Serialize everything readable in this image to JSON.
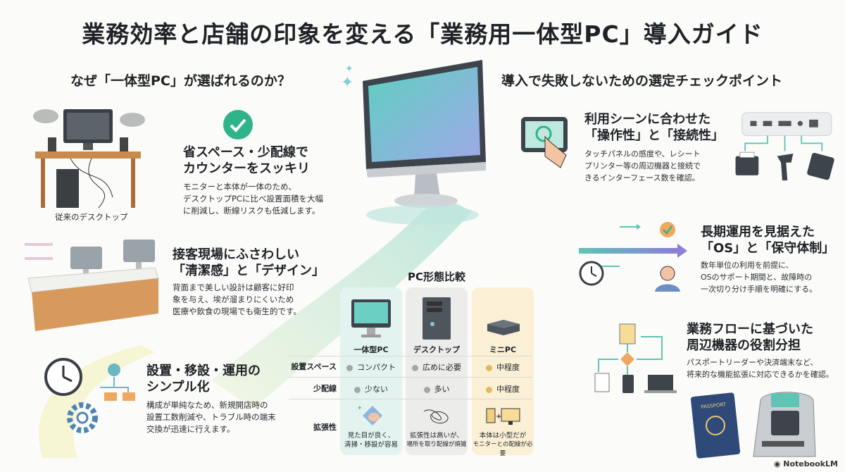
{
  "title": "業務効率と店舗の印象を変える「業務用一体型PC」導入ガイド",
  "left": {
    "heading": "なぜ「一体型PC」が選ばれるのか？",
    "desk_caption": "従来のデスクトップ",
    "points": [
      {
        "title1": "省スペース・少配線で",
        "title2": "カウンターをスッキリ",
        "body": [
          "モニターと本体が一体のため、",
          "デスクトップPCに比べ設置面積を大幅",
          "に削減し、断線リスクも低減します。"
        ]
      },
      {
        "title1": "接客現場にふさわしい",
        "title2": "「清潔感」と「デザイン」",
        "body": [
          "背面まで美しい設計は顧客に好印",
          "象を与え、埃が溜まりにくいため",
          "医療や飲食の現場でも衛生的です。"
        ]
      },
      {
        "title1": "設置・移設・運用の",
        "title2": "シンプル化",
        "body": [
          "構成が単純なため、新規開店時の",
          "設置工数削減や、トラブル時の端末",
          "交換が迅速に行えます。"
        ]
      }
    ]
  },
  "comparison": {
    "title": "PC形態比較",
    "row_labels": [
      "設置スペース",
      "少配線",
      "拡張性"
    ],
    "columns": [
      {
        "name": "一体型PC",
        "space": "コンパクト",
        "wiring": "少ない",
        "ext": [
          "見た目が良く、",
          "清掃・移設が容易"
        ],
        "color": "#e3f4f0",
        "dot": "#a6a6a6"
      },
      {
        "name": "デスクトップ",
        "space": "広めに必要",
        "wiring": "多い",
        "ext": [
          "拡張性は高いが、",
          "場所を取り配線が煩雑"
        ],
        "color": "#ececea",
        "dot": "#a6a6a6"
      },
      {
        "name": "ミニPC",
        "space": "中程度",
        "wiring": "中程度",
        "ext": [
          "本体は小型だが",
          "モニターとの配線が必要"
        ],
        "color": "#fbf0d6",
        "dot": "#e3b95e"
      }
    ]
  },
  "right": {
    "heading": "導入で失敗しないための選定チェックポイント",
    "points": [
      {
        "title1": "利用シーンに合わせた",
        "title2": "「操作性」と「接続性」",
        "body": [
          "タッチパネルの感度や、レシート",
          "プリンター等の周辺機器と接続で",
          "きるインターフェース数を確認。"
        ]
      },
      {
        "title1": "長期運用を見据えた",
        "title2": "「OS」と「保守体制」",
        "body": [
          "数年単位の利用を前提に、",
          "OSのサポート期間と、故障時の",
          "一次切り分け手順を明確にする。"
        ]
      },
      {
        "title1": "業務フローに基づいた",
        "title2": "周辺機器の役割分担",
        "body": [
          "パスポートリーダーや決済端末など、",
          "将来的な機能拡張に対応できるかを確認。"
        ]
      }
    ],
    "passport_label": "PASSPORT"
  },
  "watermark": "NotebookLM",
  "colors": {
    "accent": "#2fb38a",
    "teal": "#5fc4b4",
    "purple": "#8b7fd6"
  }
}
